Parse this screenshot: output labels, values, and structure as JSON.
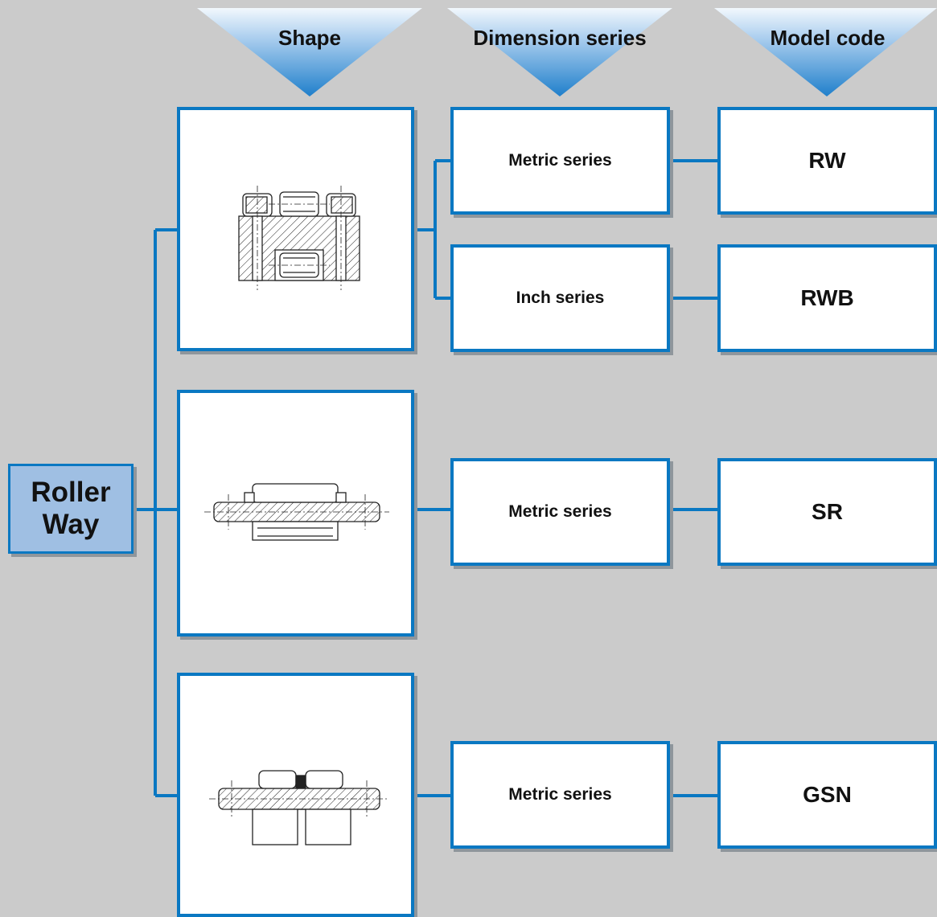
{
  "headers": {
    "shape": "Shape",
    "dimension_series": "Dimension series",
    "model_code": "Model code"
  },
  "root": {
    "line1": "Roller",
    "line2": "Way"
  },
  "rows": [
    {
      "dimension": "Metric series",
      "model": "RW"
    },
    {
      "dimension": "Inch series",
      "model": "RWB"
    },
    {
      "dimension": "Metric series",
      "model": "SR"
    },
    {
      "dimension": "Metric series",
      "model": "GSN"
    }
  ],
  "colors": {
    "background": "#cbcbcb",
    "box_border": "#0a78c2",
    "connector": "#0a78c2",
    "root_fill": "#9fbfe3",
    "header_triangle": "#3a8ed1"
  },
  "icons": [
    "rw-cross-section-drawing",
    "sr-cross-section-drawing",
    "gsn-cross-section-drawing"
  ]
}
